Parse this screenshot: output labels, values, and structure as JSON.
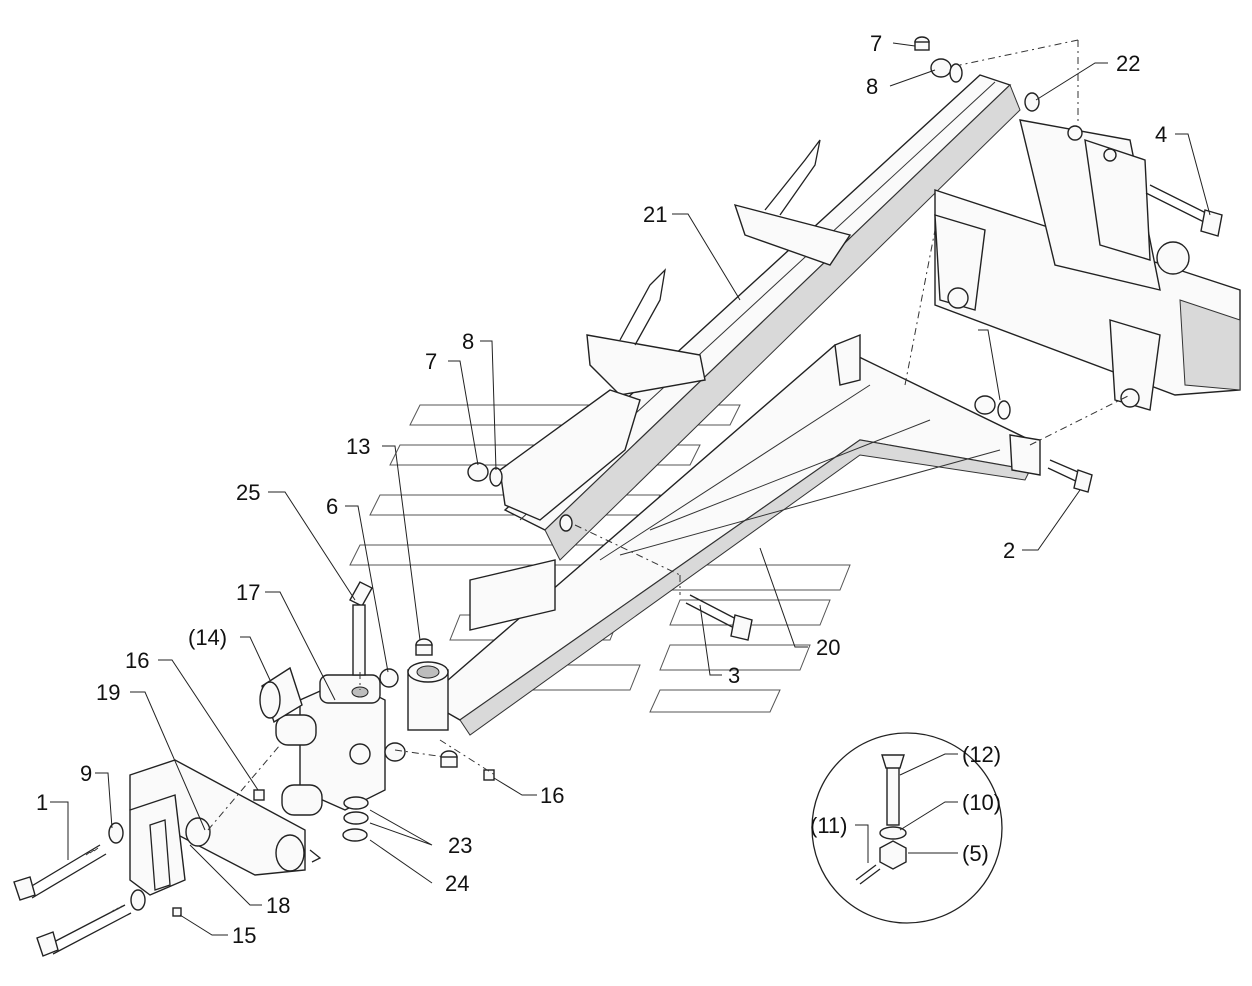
{
  "labels": {
    "l1": "1",
    "l2": "2",
    "l3": "3",
    "l4": "4",
    "l5": "(5)",
    "l6": "6",
    "l7a": "7",
    "l7b": "7",
    "l8a": "8",
    "l8b": "8",
    "l9": "9",
    "l10": "(10)",
    "l11": "(11)",
    "l12": "(12)",
    "l13": "13",
    "l14": "(14)",
    "l15": "15",
    "l16a": "16",
    "l16b": "16",
    "l17": "17",
    "l18": "18",
    "l19": "19",
    "l20": "20",
    "l21": "21",
    "l22": "22",
    "l23": "23",
    "l24": "24",
    "l25": "25"
  }
}
